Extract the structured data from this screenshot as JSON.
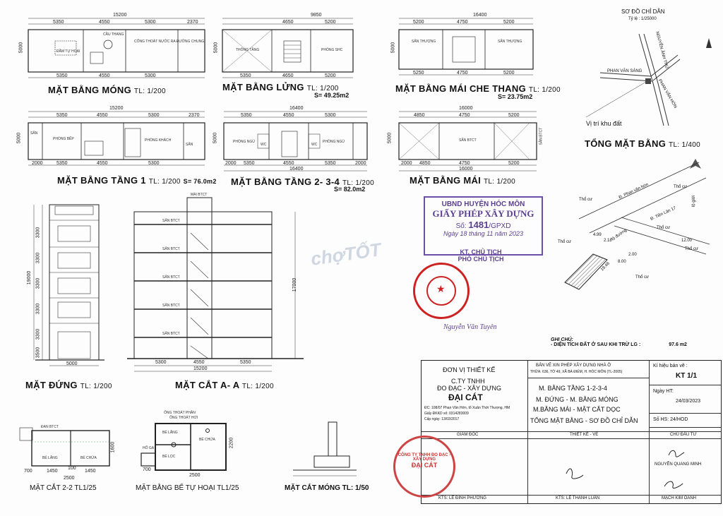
{
  "plans": {
    "mong": {
      "title": "MẶT BẰNG MÓNG",
      "scale": "TL: 1/200",
      "dims_top": [
        "15200",
        "5350",
        "4550",
        "5300",
        "2370"
      ],
      "dims_bottom": [
        "5350",
        "4550",
        "5300"
      ],
      "side": "5000",
      "rooms": [
        "CẦU THANG",
        "ĐẦM TỰ HOẠI",
        "CỐNG THOÁT NƯỚC RA ĐƯỜNG CHUNG"
      ]
    },
    "lung": {
      "title": "MẶT BẰNG LỬNG",
      "scale": "TL: 1/200",
      "area": "S= 49.25m2",
      "dims_top": [
        "9850",
        "4650",
        "5200"
      ],
      "dims_bottom": [
        "5350",
        "4650",
        "5200"
      ],
      "side": "5000",
      "rooms": [
        "THÔNG TẦNG",
        "PHÒNG SHC"
      ]
    },
    "maiche": {
      "title": "MẶT BẰNG MÁI CHE THANG",
      "scale": "TL: 1/200",
      "area": "S= 23.75m2",
      "dims_top": [
        "16400",
        "5200",
        "4750",
        "5200"
      ],
      "dims_bottom": [
        "5250",
        "4750",
        "5200"
      ],
      "side": "5000",
      "rooms": [
        "SÂN THƯỢNG",
        "SÂN THƯỢNG"
      ]
    },
    "tang1": {
      "title": "MẶT BẰNG TẦNG 1",
      "scale": "TL: 1/200",
      "area": "S= 76.0m2",
      "dims_top": [
        "15200",
        "5350",
        "4550",
        "5300",
        "2370"
      ],
      "dims_bottom": [
        "2000",
        "5350",
        "4550",
        "5300"
      ],
      "side": "5000",
      "rooms": [
        "SÂN",
        "PHÒNG BẾP",
        "PHÒNG KHÁCH",
        "SÂN"
      ]
    },
    "tang234": {
      "title": "MẶT BẰNG TẦNG 2- 3-4",
      "scale": "TL: 1/200",
      "area": "S= 82.0m2",
      "dims_top": [
        "16400",
        "5350",
        "4550",
        "5300"
      ],
      "dims_bottom": [
        "2000",
        "5350",
        "4550",
        "5350",
        "2000"
      ],
      "bottom_total": "16400",
      "side": "5000",
      "rooms": [
        "PHÒNG NGỦ",
        "WC",
        "PHÒNG NGỦ",
        "WC"
      ]
    },
    "mai": {
      "title": "MẶT BẰNG MÁI",
      "scale": "TL: 1/200",
      "dims_top": [
        "16000",
        "4850",
        "4750",
        "5200"
      ],
      "dims_bottom": [
        "2000",
        "4850",
        "4750",
        "5200"
      ],
      "bottom_total": "16000",
      "side": "5000",
      "rooms": [
        "SÂN BTCT",
        "SÂN BTCT"
      ]
    }
  },
  "elevation": {
    "title": "MẶT ĐỨNG",
    "scale": "TL: 1/200",
    "width": "5000",
    "height_total": "19000",
    "floors": [
      "3300",
      "3300",
      "3300",
      "3300",
      "3300",
      "3500"
    ]
  },
  "section": {
    "title": "MẶT CẮT A- A",
    "scale": "TL: 1/200",
    "dims": [
      "5300",
      "4550",
      "5350"
    ],
    "total": "15200",
    "height": "17000",
    "labels": [
      "SÂN BTCT",
      "SÂN BTCT",
      "SÂN BTCT",
      "SÂN BTCT",
      "SÂN BTCT",
      "MÁI BTCT"
    ]
  },
  "section22": {
    "title": "MẶT CẮT 2-2",
    "scale": "TL1/25",
    "dims": [
      "700",
      "1450",
      "100",
      "1450"
    ],
    "total": "2500",
    "height": "1600",
    "labels": [
      "ĐAN BTCT",
      "BỂ LẮNG",
      "BỂ CHỨA"
    ]
  },
  "septic": {
    "title": "MẶT BẰNG BỂ TỰ HOẠI",
    "scale": "TL1/25",
    "total": "2500",
    "dims": [
      "700"
    ],
    "height": "2200",
    "labels": [
      "ỐNG THOÁT PHÂN",
      "ỐNG THOÁT HƠI",
      "BỂ LẮNG",
      "BỂ CHỨA",
      "BỂ LỌC",
      "HỐ GA"
    ]
  },
  "foundation": {
    "title": "MẶT CẮT MÓNG",
    "scale": "TL: 1/50"
  },
  "location": {
    "title": "SƠ ĐỒ CHỈ DẪN",
    "scale": "Tỷ lệ : 1/25000",
    "streets": [
      "NGUYỄN ẢNH THỦ",
      "PHAN VĂN HỚN",
      "PHAN VĂN SÁNG"
    ],
    "note": "Vị trí khu đất"
  },
  "siteplan": {
    "title": "TỔNG MẶT BẰNG",
    "scale": "TL: 1/400",
    "labels": [
      "Thổ cư",
      "Thổ cư",
      "Thổ cư",
      "Thổ cư",
      "Thổ cư",
      "Thổ cư"
    ],
    "roads": [
      "Đ. Phan văn hớn",
      "Đ. Tiền Lân 17",
      "lộ giới",
      "lộ đường"
    ],
    "dims": [
      "4.99",
      "2.18",
      "12.00",
      "19.46",
      "8.00",
      "2.00"
    ]
  },
  "permit": {
    "org": "UBND HUYỆN HÓC MÔN",
    "title": "GIẤY PHÉP XÂY DỰNG",
    "number_label": "Số:",
    "number": "1481",
    "suffix": "/GPXD",
    "date": "Ngày 18 tháng 11 năm 2023",
    "kt": "KT. CHỦ TỊCH",
    "vice": "PHÓ CHỦ TỊCH",
    "signer": "Nguyễn Văn Tuyên"
  },
  "watermark": "chợTỐT",
  "note": {
    "title": "GHI CHÚ:",
    "text": "- DIỆN TÍCH ĐẤT Ở SAU KHI TRỪ LG :",
    "value": "97.6",
    "unit": "m2"
  },
  "title_block": {
    "designer_label": "ĐƠN VỊ THIẾT KẾ",
    "company_line1": "C.TY TNHH",
    "company_line2": "ĐO ĐẠC - XÂY DỰNG",
    "company_name": "ĐẠI CÁT",
    "company_addr": "ĐC: 108/07 Phan Văn Hớn, tổ Xuân Thới Thượng, HM",
    "company_license": "Giấy ĐKKD số: 0314283009",
    "company_date": "Cấp ngày: 13/03/2017",
    "project": "BẢN VẼ XIN PHÉP XÂY DỰNG NHÀ Ở",
    "project_addr": "THỬA: 636, TỜ 49, XÃ BÀ ĐIỂM, H. HÓC MÔN (TL-2005)",
    "sheet_label": "Kí hiệu bản vẽ :",
    "sheet_code": "KT 1/1",
    "contents": [
      "M. BẰNG TẦNG 1-2-3-4",
      "M. ĐỨNG - M. BẰNG MÓNG",
      "M.BẰNG MÁI - MẶT CẮT DỌC",
      "TỔNG MẶT BẰNG - SƠ ĐỒ CHỈ DẪN"
    ],
    "date_label": "Ngày HT:",
    "date": "24/03/2023",
    "so_label": "Số HS: 24/HOD",
    "director_label": "GIÁM ĐỐC",
    "design_label": "THIẾT KẾ - VẼ",
    "owner_label": "CHỦ ĐẦU TƯ",
    "owner1": "NGUYỄN QUANG MINH",
    "owner2": "MẠCH KIM OANH",
    "kts1": "KTS: LÊ ĐÌNH PHƯƠNG",
    "kts2": "KTS: LÊ THÀNH LUÂN",
    "stamp_company": "CÔNG TY TNHH ĐO ĐẠC - XÂY DỰNG",
    "stamp_name": "ĐẠI CÁT"
  }
}
